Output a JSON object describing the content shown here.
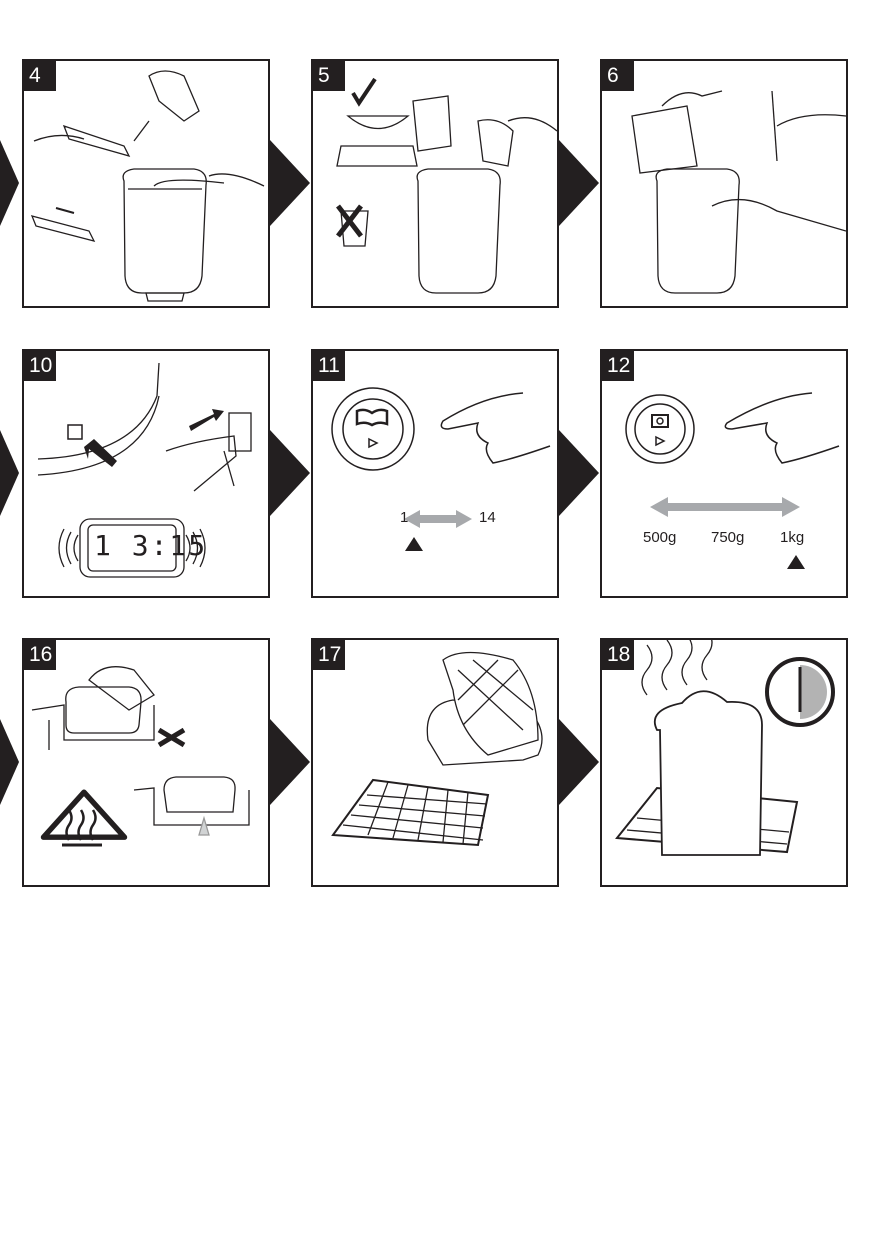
{
  "steps": [
    {
      "number": "4"
    },
    {
      "number": "5"
    },
    {
      "number": "6"
    },
    {
      "number": "10",
      "display": "1 3:15"
    },
    {
      "number": "11",
      "range_start": "1",
      "range_end": "14"
    },
    {
      "number": "12",
      "weights": [
        "500g",
        "750g",
        "1kg"
      ]
    },
    {
      "number": "16"
    },
    {
      "number": "17"
    },
    {
      "number": "18"
    }
  ],
  "colors": {
    "ink": "#231f20",
    "grey_arrow": "#a7a9ac",
    "clock_fill": "#b3b3b3"
  }
}
